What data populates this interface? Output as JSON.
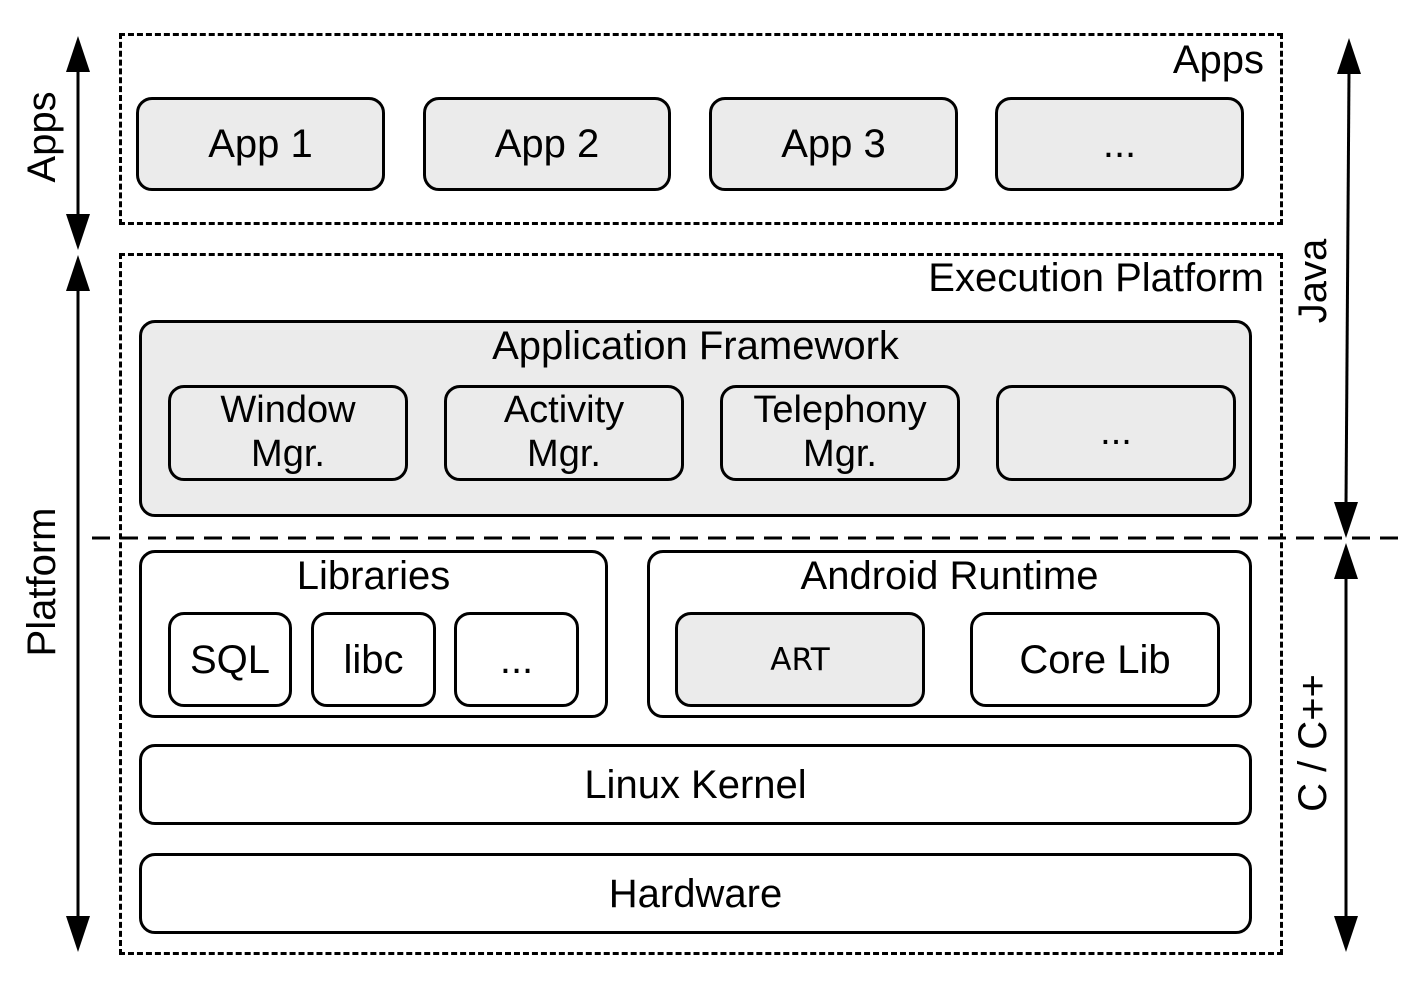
{
  "side_labels": {
    "left_apps": "Apps",
    "left_platform": "Platform",
    "right_java": "Java",
    "right_c": "C / C++"
  },
  "apps_layer": {
    "title": "Apps",
    "items": [
      "App 1",
      "App 2",
      "App 3",
      "..."
    ]
  },
  "execution_platform": {
    "title": "Execution Platform",
    "framework": {
      "title": "Application Framework",
      "items": [
        {
          "line1": "Window",
          "line2": "Mgr."
        },
        {
          "line1": "Activity",
          "line2": "Mgr."
        },
        {
          "line1": "Telephony",
          "line2": "Mgr."
        },
        {
          "line1": "...",
          "line2": ""
        }
      ]
    }
  },
  "libraries": {
    "title": "Libraries",
    "items": [
      "SQL",
      "libc",
      "..."
    ]
  },
  "android_runtime": {
    "title": "Android Runtime",
    "items": [
      "ART",
      "Core Lib"
    ]
  },
  "linux_kernel": "Linux Kernel",
  "hardware": "Hardware"
}
